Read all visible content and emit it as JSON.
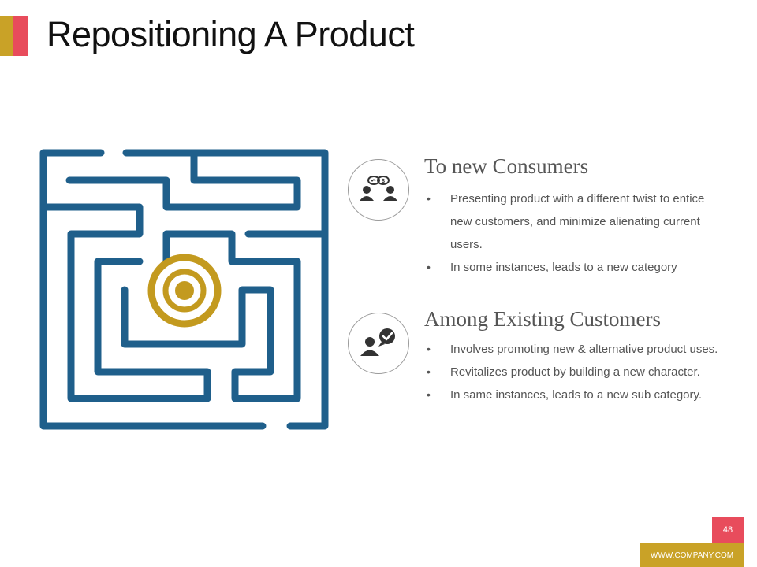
{
  "slide": {
    "title": "Repositioning A Product",
    "page_number": "48",
    "website": "WWW.COMPANY.COM"
  },
  "colors": {
    "maze": "#1f5f8b",
    "target": "#c39a1f",
    "accent_gold": "#c9a227",
    "accent_red": "#e84c5c",
    "text": "#555555"
  },
  "sections": [
    {
      "icon": "consumers-exchange-icon",
      "heading": "To new Consumers",
      "bullets": [
        "Presenting product with a different twist to entice new customers, and minimize alienating current users.",
        "In some instances, leads to a new category"
      ]
    },
    {
      "icon": "customer-check-icon",
      "heading": "Among Existing Customers",
      "bullets": [
        "Involves promoting new & alternative product uses.",
        "Revitalizes product by building a new character.",
        "In same instances, leads to a new sub category."
      ]
    }
  ]
}
